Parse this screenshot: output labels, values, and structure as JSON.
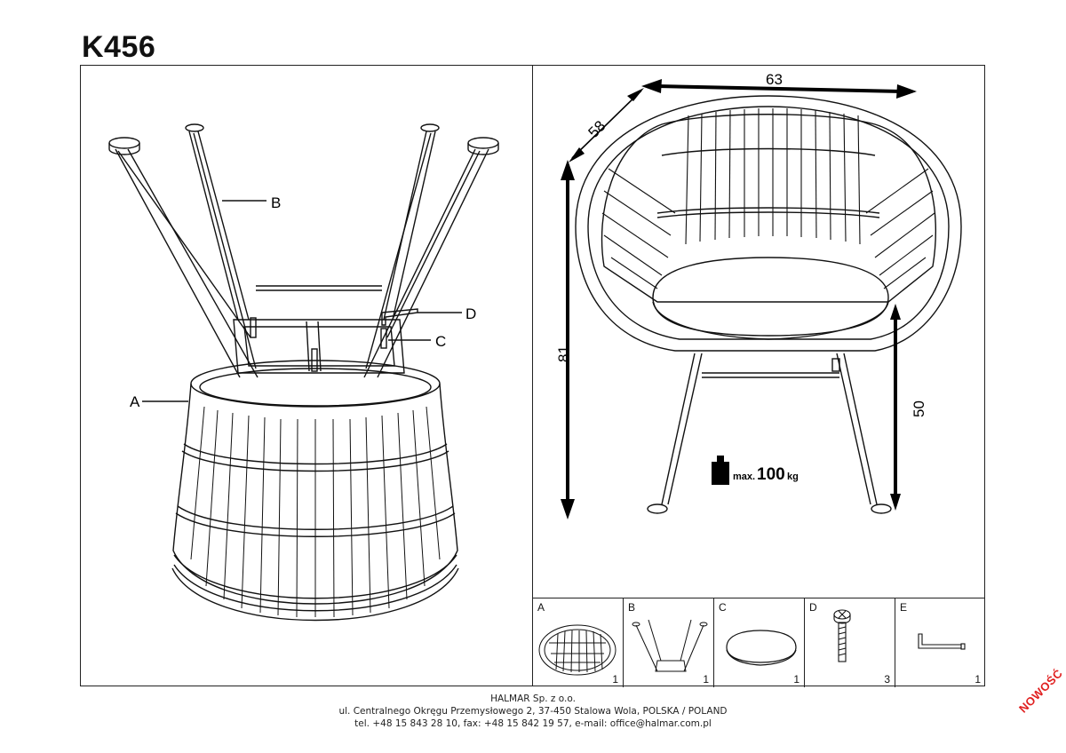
{
  "header": {
    "product_code": "K456"
  },
  "left_callouts": {
    "a": "A",
    "b": "B",
    "c": "C",
    "d": "D"
  },
  "dimensions": {
    "width": "63",
    "depth": "58",
    "height": "81",
    "seat_height": "50"
  },
  "max_load": {
    "prefix": "max.",
    "value": "100",
    "unit": "kg"
  },
  "parts": [
    {
      "letter": "A",
      "qty": "1"
    },
    {
      "letter": "B",
      "qty": "1"
    },
    {
      "letter": "C",
      "qty": "1"
    },
    {
      "letter": "D",
      "qty": "3"
    },
    {
      "letter": "E",
      "qty": "1"
    }
  ],
  "footer": {
    "company": "HALMAR Sp. z o.o.",
    "address": "ul. Centralnego Okręgu Przemysłowego 2, 37-450 Stalowa Wola, POLSKA / POLAND",
    "contact": "tel. +48 15 843 28 10, fax: +48 15 842 19 57, e-mail: office@halmar.com.pl"
  },
  "stamp": "NOWOŚĆ"
}
